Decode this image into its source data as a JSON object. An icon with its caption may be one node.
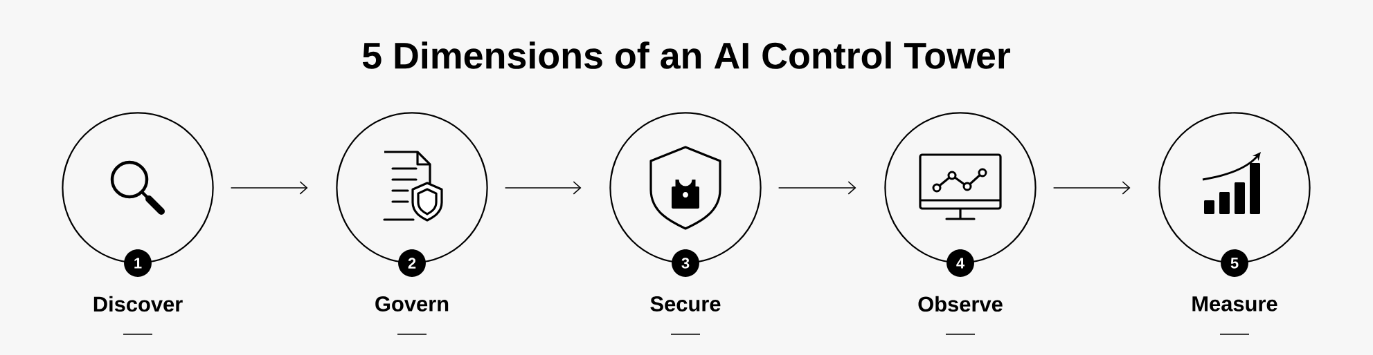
{
  "diagram": {
    "title": "5 Dimensions of an AI Control Tower",
    "nodes": [
      {
        "text": [
          "Discover"
        ],
        "beside": [
          "1"
        ]
      },
      {
        "text": [
          "Govern"
        ],
        "beside": [
          "2"
        ]
      },
      {
        "text": [
          "Secure"
        ],
        "beside": [
          "3"
        ]
      },
      {
        "text": [
          "Observe"
        ],
        "beside": [
          "4"
        ]
      },
      {
        "text": [
          "Measure"
        ],
        "beside": [
          "5"
        ]
      }
    ],
    "edges": [
      {
        "from": 0,
        "to": 1,
        "arrow": "to"
      },
      {
        "from": 1,
        "to": 2,
        "arrow": "to"
      },
      {
        "from": 2,
        "to": 3,
        "arrow": "to"
      },
      {
        "from": 3,
        "to": 4,
        "arrow": "to"
      }
    ]
  }
}
